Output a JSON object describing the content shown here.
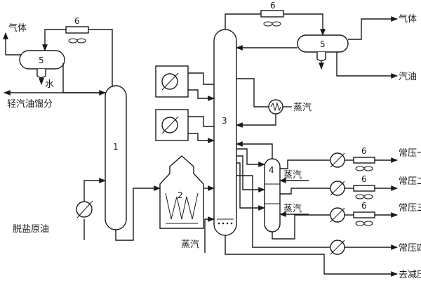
{
  "labels": {
    "gas_left": "气体",
    "water": "水",
    "light_gasoline": "轻汽油馏分",
    "desalted_crude": "脱盐原油",
    "steam_bottom": "蒸汽",
    "gas_right": "气体",
    "gasoline_right": "汽油",
    "steam_exchanger": "蒸汽",
    "steam_stripper_1": "蒸汽",
    "steam_stripper_2": "蒸汽",
    "side_1": "常压一线（煤油）",
    "side_2": "常压二线（轻柴油）",
    "side_3": "常压三线（重柴油）",
    "side_4": "常压四线",
    "residue": "去减压"
  },
  "units": {
    "tower_1": "1",
    "furnace_2": "2",
    "tower_3": "3",
    "stripper_4": "4",
    "drum_5_left": "5",
    "drum_5_right": "5",
    "cooler_6_left": "6",
    "cooler_6_top": "6",
    "cooler_6_side_1": "6",
    "cooler_6_side_2": "6",
    "cooler_6_side_3": "6"
  }
}
